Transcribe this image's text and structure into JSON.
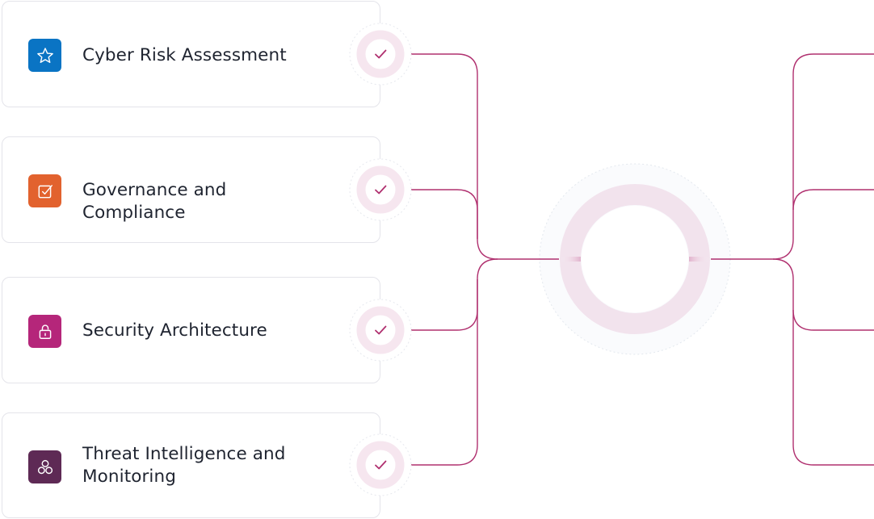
{
  "services": [
    {
      "label": "Cyber Risk Assessment",
      "icon": "star-icon",
      "color": "#0a74c4"
    },
    {
      "label": "Governance and Compliance",
      "icon": "checkbox-icon",
      "color": "#e2622e"
    },
    {
      "label": "Security Architecture",
      "icon": "lock-icon",
      "color": "#b5267a"
    },
    {
      "label": "Threat Intelligence and Monitoring",
      "icon": "circles-icon",
      "color": "#5e2a55"
    }
  ],
  "colors": {
    "connector": "#b0306f",
    "hub_ring": "#f1e1ec",
    "check_ring": "#f6e6ef",
    "check_mark": "#b0306f"
  }
}
